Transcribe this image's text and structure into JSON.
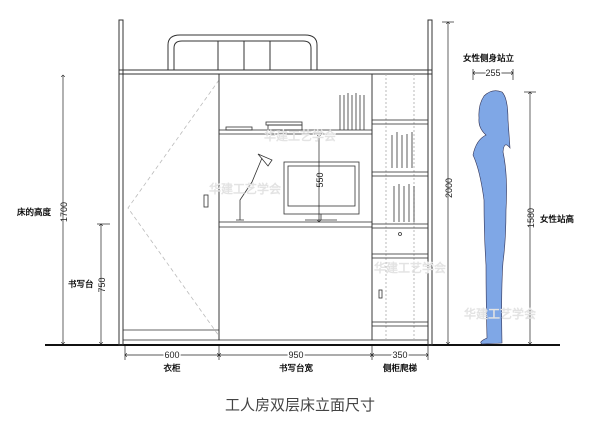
{
  "title": "工人房双层床立面尺寸",
  "watermark": "华建工艺学会",
  "colors": {
    "figure_fill": "#7fa7e6",
    "line": "#222222",
    "title": "#444444"
  },
  "dimensions": {
    "bed_height": {
      "value": "1700",
      "label": "床的高度"
    },
    "desk_height": {
      "value": "750",
      "label": "书写台"
    },
    "shelf_gap": {
      "value": "550"
    },
    "total_height": {
      "value": "2000"
    },
    "figure_height": {
      "value": "1580",
      "label": "女性站高"
    },
    "figure_depth": {
      "value": "255",
      "label": "女性侧身站立"
    },
    "wardrobe_width": {
      "value": "600",
      "label": "衣柜"
    },
    "desk_width": {
      "value": "950",
      "label": "书写台宽"
    },
    "ladder_width": {
      "value": "350",
      "label": "侧柜爬梯"
    }
  }
}
